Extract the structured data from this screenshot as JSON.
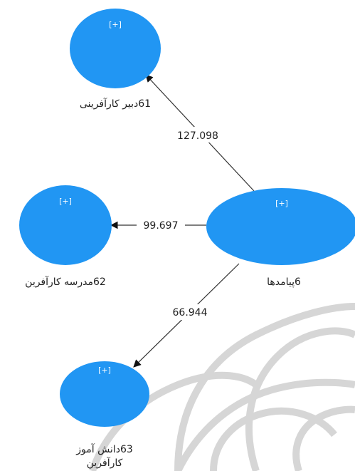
{
  "diagram": {
    "expand_marker": "[+]",
    "nodes": [
      {
        "id": "n61",
        "label_lines": [
          "61دبیر کارآفرینی"
        ]
      },
      {
        "id": "n62",
        "label_lines": [
          "62مدرسه کارآفرین"
        ]
      },
      {
        "id": "n6",
        "label_lines": [
          "6پیامدها"
        ]
      },
      {
        "id": "n63",
        "label_lines": [
          "63دانش آموز",
          "کارآفرین"
        ]
      }
    ],
    "edges": [
      {
        "from": "n6",
        "to": "n61",
        "value": "127.098"
      },
      {
        "from": "n6",
        "to": "n62",
        "value": "99.697"
      },
      {
        "from": "n6",
        "to": "n63",
        "value": "66.944"
      }
    ]
  },
  "colors": {
    "node_fill": "#2196f3",
    "edge": "#333333",
    "text": "#222222",
    "watermark": "#d6d6d6"
  }
}
